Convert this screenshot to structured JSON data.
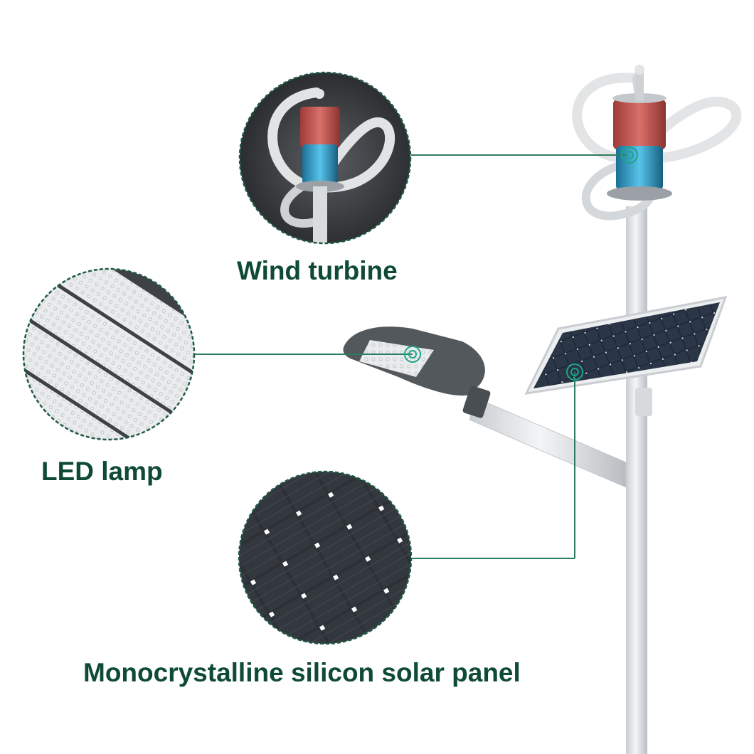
{
  "labels": {
    "wind_turbine": "Wind turbine",
    "led_lamp": "LED lamp",
    "solar_panel": "Monocrystalline silicon solar panel"
  },
  "colors": {
    "label_text": "#0e4a36",
    "leader_line": "#2e7d62",
    "callout_border": "#1d5a45",
    "marker": "#1aa68a",
    "pole": "#e6e8ea",
    "turbine_top": "#c8544f",
    "turbine_bottom": "#2f9fd0",
    "lamp_body": "#5a5f63",
    "solar_cell": "#2b2f36"
  },
  "icons": {
    "turbine_marker": "target-marker-icon",
    "lamp_marker": "target-marker-icon",
    "solar_marker": "target-marker-icon"
  }
}
